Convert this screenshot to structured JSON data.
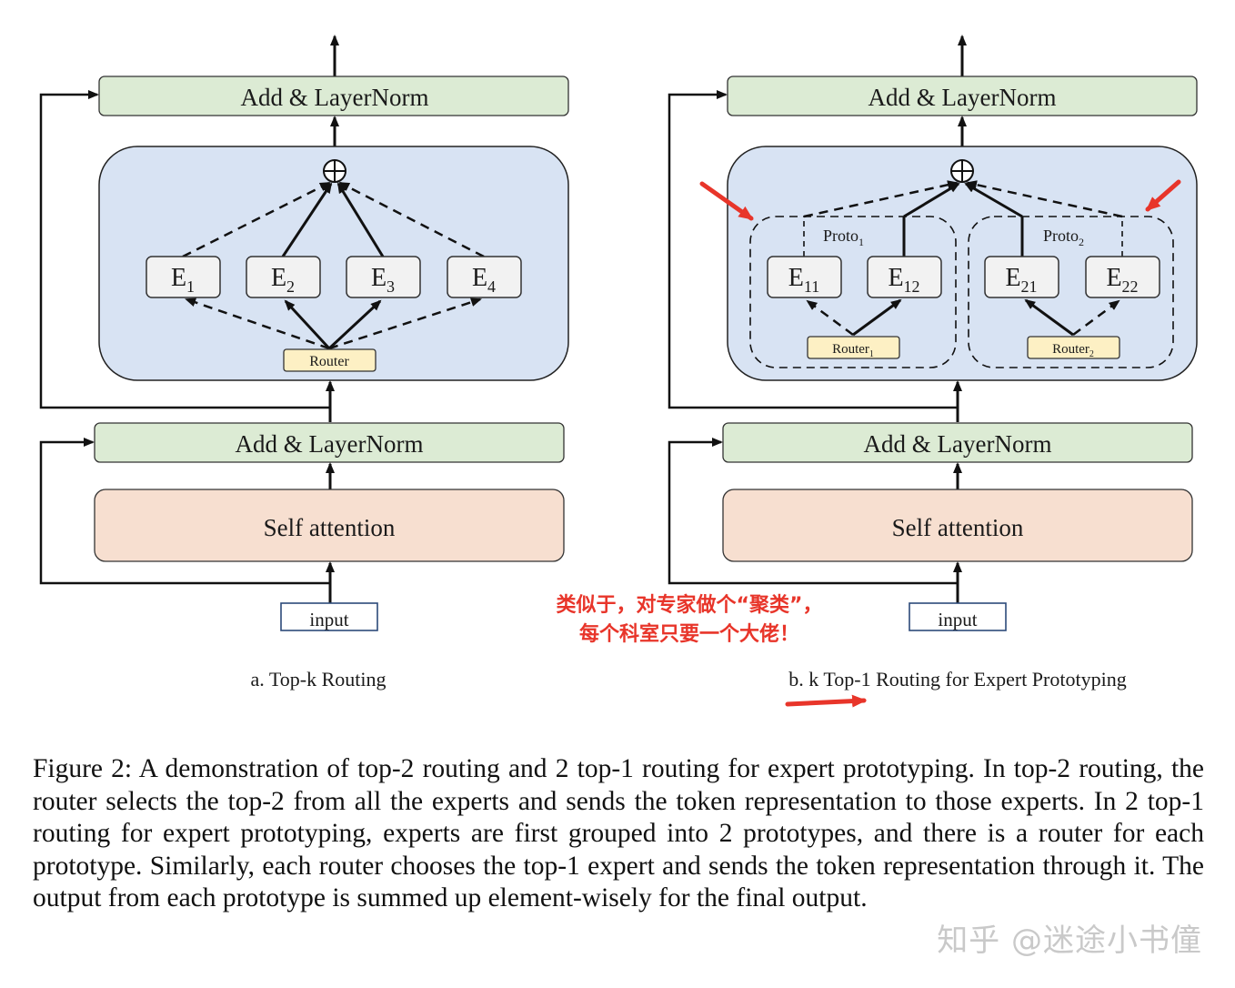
{
  "panel_a": {
    "add_norm_top": "Add & LayerNorm",
    "add_norm_bottom": "Add & LayerNorm",
    "self_attention": "Self attention",
    "input": "input",
    "router": "Router",
    "experts": [
      {
        "base": "E",
        "sub": "1"
      },
      {
        "base": "E",
        "sub": "2"
      },
      {
        "base": "E",
        "sub": "3"
      },
      {
        "base": "E",
        "sub": "4"
      }
    ],
    "sum_symbol": "⊕",
    "subtitle": "a. Top-k Routing"
  },
  "panel_b": {
    "add_norm_top": "Add & LayerNorm",
    "add_norm_bottom": "Add & LayerNorm",
    "self_attention": "Self attention",
    "input": "input",
    "sum_symbol": "⊕",
    "proto1": {
      "base": "Proto",
      "sub": "1"
    },
    "proto2": {
      "base": "Proto",
      "sub": "2"
    },
    "router1": {
      "base": "Router",
      "sub": "1"
    },
    "router2": {
      "base": "Router",
      "sub": "2"
    },
    "experts": [
      {
        "base": "E",
        "sub": "11"
      },
      {
        "base": "E",
        "sub": "12"
      },
      {
        "base": "E",
        "sub": "21"
      },
      {
        "base": "E",
        "sub": "22"
      }
    ],
    "subtitle": "b. k Top-1 Routing for Expert Prototyping"
  },
  "annotation": {
    "text": "类似于，对专家做个“聚类”，每个科室只要一个大佬！",
    "color": "#e8352a"
  },
  "caption": "Figure 2: A demonstration of top-2 routing and 2 top-1 routing for expert prototyping. In top-2 routing, the router selects the top-2 from all the experts and sends the token representation to those experts. In 2 top-1 routing for expert prototyping, experts are first grouped into 2 prototypes, and there is a router for each prototype. Similarly, each router chooses the top-1 expert and sends the token representation through it. The output from each prototype is summed up element-wisely for the final output.",
  "watermark": "知乎 @迷途小书僮",
  "colors": {
    "layernorm_fill": "#dcebd4",
    "moe_fill": "#d8e3f3",
    "attention_fill": "#f7dfd0",
    "router_fill": "#fdf0c4",
    "expert_fill": "#f2f2f2"
  }
}
